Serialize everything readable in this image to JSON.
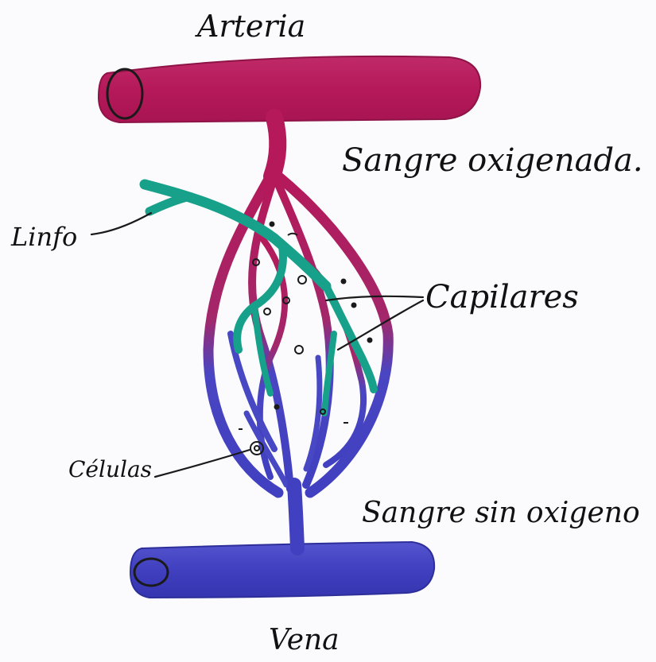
{
  "labels": {
    "artery": "Arteria",
    "oxygenated": "Sangre oxigenada.",
    "lymph": "Linfo",
    "capillaries": "Capilares",
    "cells": "Células",
    "deoxygenated": "Sangre sin oxigeno",
    "vein": "Vena"
  },
  "colors": {
    "artery": "#b5195a",
    "vein": "#4040c0",
    "lymph": "#17a08a",
    "ink": "#111111",
    "paper": "#fbfbfd"
  }
}
